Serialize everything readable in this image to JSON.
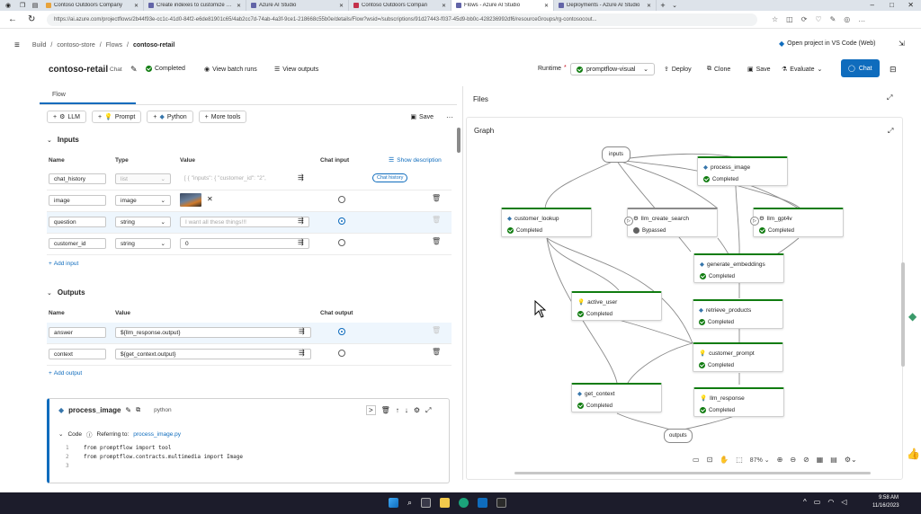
{
  "browser": {
    "tabs": [
      {
        "label": "Contoso Outdoors Company",
        "color": "#e8a33b",
        "active": false
      },
      {
        "label": "Create indexes to customize gro",
        "color": "#6264a7",
        "active": false
      },
      {
        "label": "Azure AI Studio",
        "color": "#6264a7",
        "active": false
      },
      {
        "label": "Contoso Outdoors Compan",
        "color": "#c4314b",
        "active": false
      },
      {
        "label": "Flows - Azure AI Studio",
        "color": "#6264a7",
        "active": true
      },
      {
        "label": "Deployments - Azure AI Studio",
        "color": "#6264a7",
        "active": false
      }
    ],
    "url": "https://ai.azure.com/projectflows/2b44f93e-cc1c-41d0-84f2-e6de81901c65/4ab2cc7d-74ab-4a3f-9ce1-218668c55b0e/details/Flow?wsid=/subscriptions/91d27443-f037-45d9-bb0c-428236992df6/resourceGroups/rg-contosocout..."
  },
  "breadcrumb": {
    "items": [
      "Build",
      "contoso-store",
      "Flows",
      "contoso-retail"
    ]
  },
  "vscode_label": "Open project in VS Code (Web)",
  "header": {
    "title": "contoso-retail",
    "kind": "Chat",
    "status": "Completed",
    "view_batch_runs": "View batch runs",
    "view_outputs": "View outputs",
    "runtime_label": "Runtime",
    "runtime_value": "promptflow-visual",
    "deploy": "Deploy",
    "clone": "Clone",
    "save": "Save",
    "evaluate": "Evaluate",
    "chat": "Chat"
  },
  "flow_tab": "Flow",
  "toolbar": {
    "llm": "LLM",
    "prompt": "Prompt",
    "python": "Python",
    "more_tools": "More tools",
    "save": "Save",
    "more": "···"
  },
  "inputs": {
    "title": "Inputs",
    "columns": {
      "name": "Name",
      "type": "Type",
      "value": "Value",
      "chat_input": "Chat input"
    },
    "show_description": "Show description",
    "rows": [
      {
        "name": "chat_history",
        "type": "list",
        "value": "[ { \"inputs\": { \"customer_id\": \"2\",",
        "chat": "Chat history"
      },
      {
        "name": "image",
        "type": "image",
        "value": "",
        "chat": ""
      },
      {
        "name": "question",
        "type": "string",
        "value": "I want all these things!!!",
        "chat": ""
      },
      {
        "name": "customer_id",
        "type": "string",
        "value": "0",
        "chat": ""
      }
    ],
    "add_label": "Add input"
  },
  "outputs": {
    "title": "Outputs",
    "columns": {
      "name": "Name",
      "value": "Value",
      "chat_output": "Chat output"
    },
    "rows": [
      {
        "name": "answer",
        "value": "${llm_response.output}"
      },
      {
        "name": "context",
        "value": "${get_context.output}"
      }
    ],
    "add_label": "Add output"
  },
  "code_card": {
    "title": "process_image",
    "lang": "python",
    "code_label": "Code",
    "referring_to": "Referring to:",
    "file": "process_image.py",
    "lines": [
      {
        "n": "1",
        "text": "from promptflow import tool"
      },
      {
        "n": "2",
        "text": "from promptflow.contracts.multimedia import Image"
      },
      {
        "n": "3",
        "text": ""
      }
    ]
  },
  "files_label": "Files",
  "graph": {
    "title": "Graph",
    "inputs_pill": "inputs",
    "outputs_pill": "outputs",
    "zoom": "87%",
    "nodes": {
      "process_image": {
        "name": "process_image",
        "status": "Completed"
      },
      "customer_lookup": {
        "name": "customer_lookup",
        "status": "Completed"
      },
      "llm_create_search": {
        "name": "llm_create_search",
        "status": "Bypassed"
      },
      "llm_gpt4v": {
        "name": "llm_gpt4v",
        "status": "Completed"
      },
      "generate_embeddings": {
        "name": "generate_embeddings",
        "status": "Completed"
      },
      "active_user": {
        "name": "active_user",
        "status": "Completed"
      },
      "retrieve_products": {
        "name": "retrieve_products",
        "status": "Completed"
      },
      "customer_prompt": {
        "name": "customer_prompt",
        "status": "Completed"
      },
      "get_context": {
        "name": "get_context",
        "status": "Completed"
      },
      "llm_response": {
        "name": "llm_response",
        "status": "Completed"
      }
    }
  },
  "taskbar": {
    "time": "9:58 AM",
    "date": "11/16/2023"
  },
  "colors": {
    "accent": "#0f6cbd",
    "success": "#107c10"
  }
}
